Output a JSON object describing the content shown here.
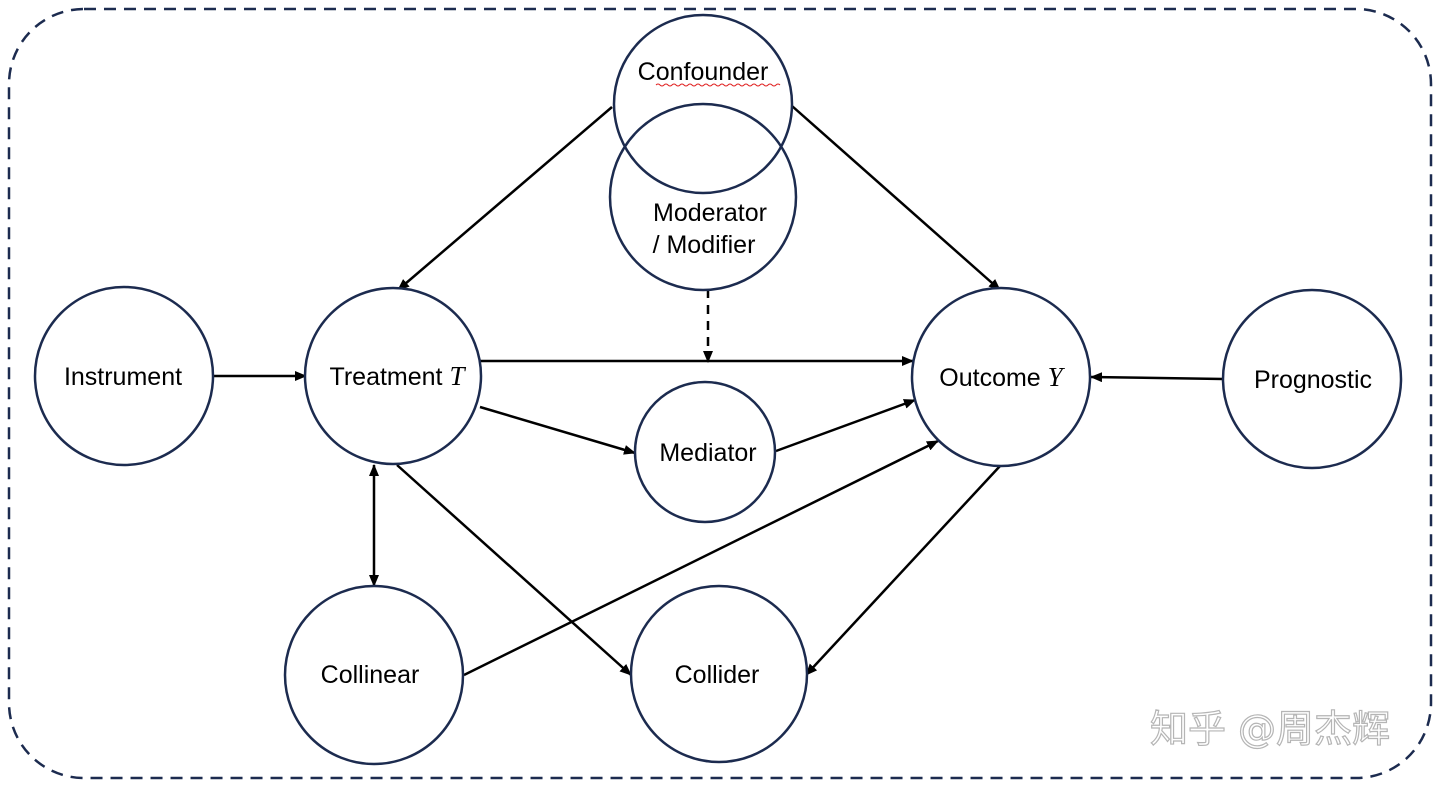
{
  "nodes": {
    "confounder": "Confounder",
    "moderator_line1": "Moderator",
    "moderator_line2": "/ Modifier",
    "instrument": "Instrument",
    "treatment": "Treatment",
    "treatment_symbol": "T",
    "outcome": "Outcome",
    "outcome_symbol": "Y",
    "prognostic": "Prognostic",
    "mediator": "Mediator",
    "collinear": "Collinear",
    "collider": "Collider"
  },
  "watermark": "知乎 @周杰辉",
  "colors": {
    "node_stroke": "#1c2b4f",
    "arrow": "#000000",
    "frame": "#1c2b4f",
    "spellcheck_underline": "#e02020"
  }
}
